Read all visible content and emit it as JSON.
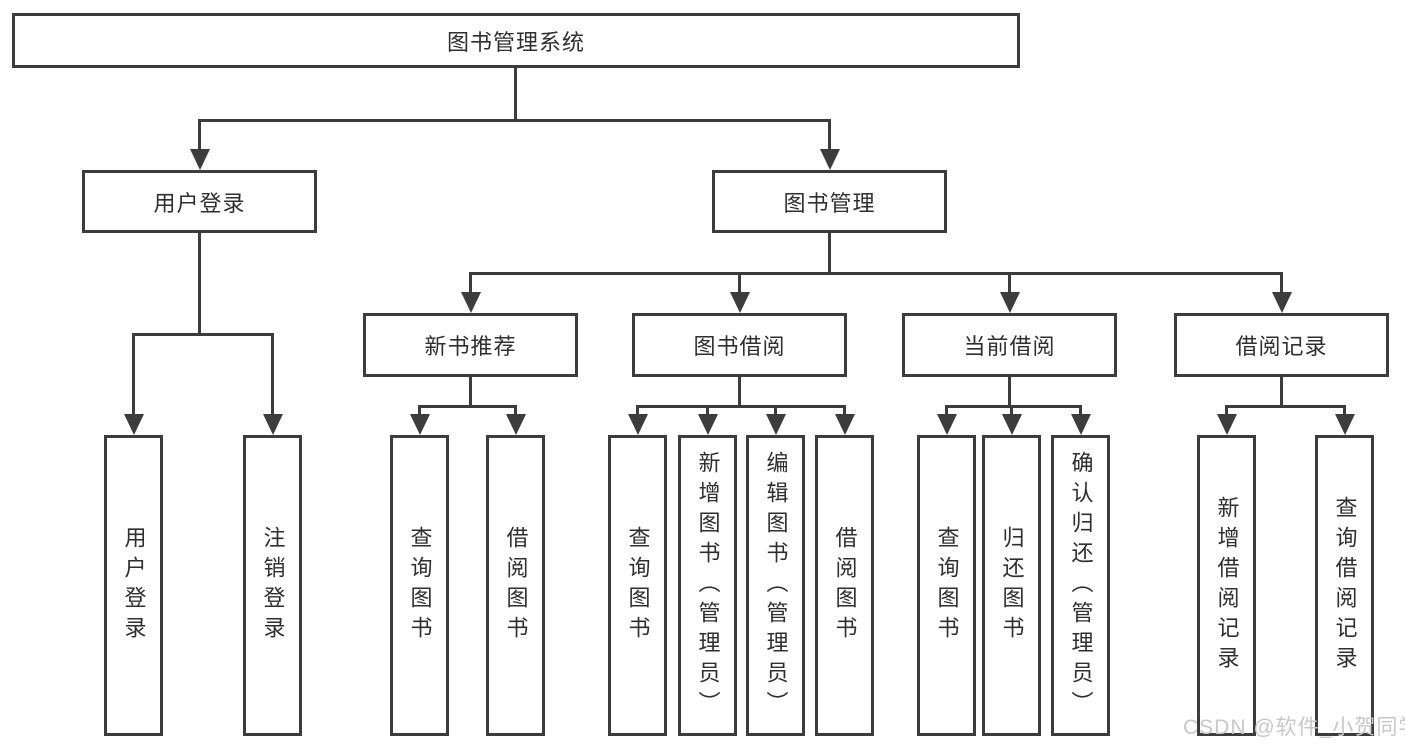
{
  "diagram": {
    "root": {
      "label": "图书管理系统"
    },
    "level2": {
      "user_login": {
        "label": "用户登录"
      },
      "book_mgmt": {
        "label": "图书管理"
      }
    },
    "level3": {
      "new_books": {
        "label": "新书推荐"
      },
      "book_borrow": {
        "label": "图书借阅"
      },
      "current_borrow": {
        "label": "当前借阅"
      },
      "borrow_records": {
        "label": "借阅记录"
      }
    },
    "leaves": {
      "user_login": {
        "login": "用户登录",
        "logout": "注销登录"
      },
      "new_books": {
        "query": "查询图书",
        "borrow": "借阅图书"
      },
      "book_borrow": {
        "query": "查询图书",
        "add": "新增图书（管理员）",
        "edit": "编辑图书（管理员）",
        "borrow": "借阅图书"
      },
      "current_borrow": {
        "query": "查询图书",
        "return": "归还图书",
        "confirm": "确认归还（管理员）"
      },
      "borrow_records": {
        "add": "新增借阅记录",
        "query": "查询借阅记录"
      }
    },
    "watermark": {
      "text": "CSDN @软件_小贺同学"
    },
    "colors": {
      "line": "#3c3c3c",
      "text": "#2f2f2f",
      "box_background": "#ffffff",
      "page_background": "#ffffff",
      "watermark": "#c8c8c8"
    }
  }
}
